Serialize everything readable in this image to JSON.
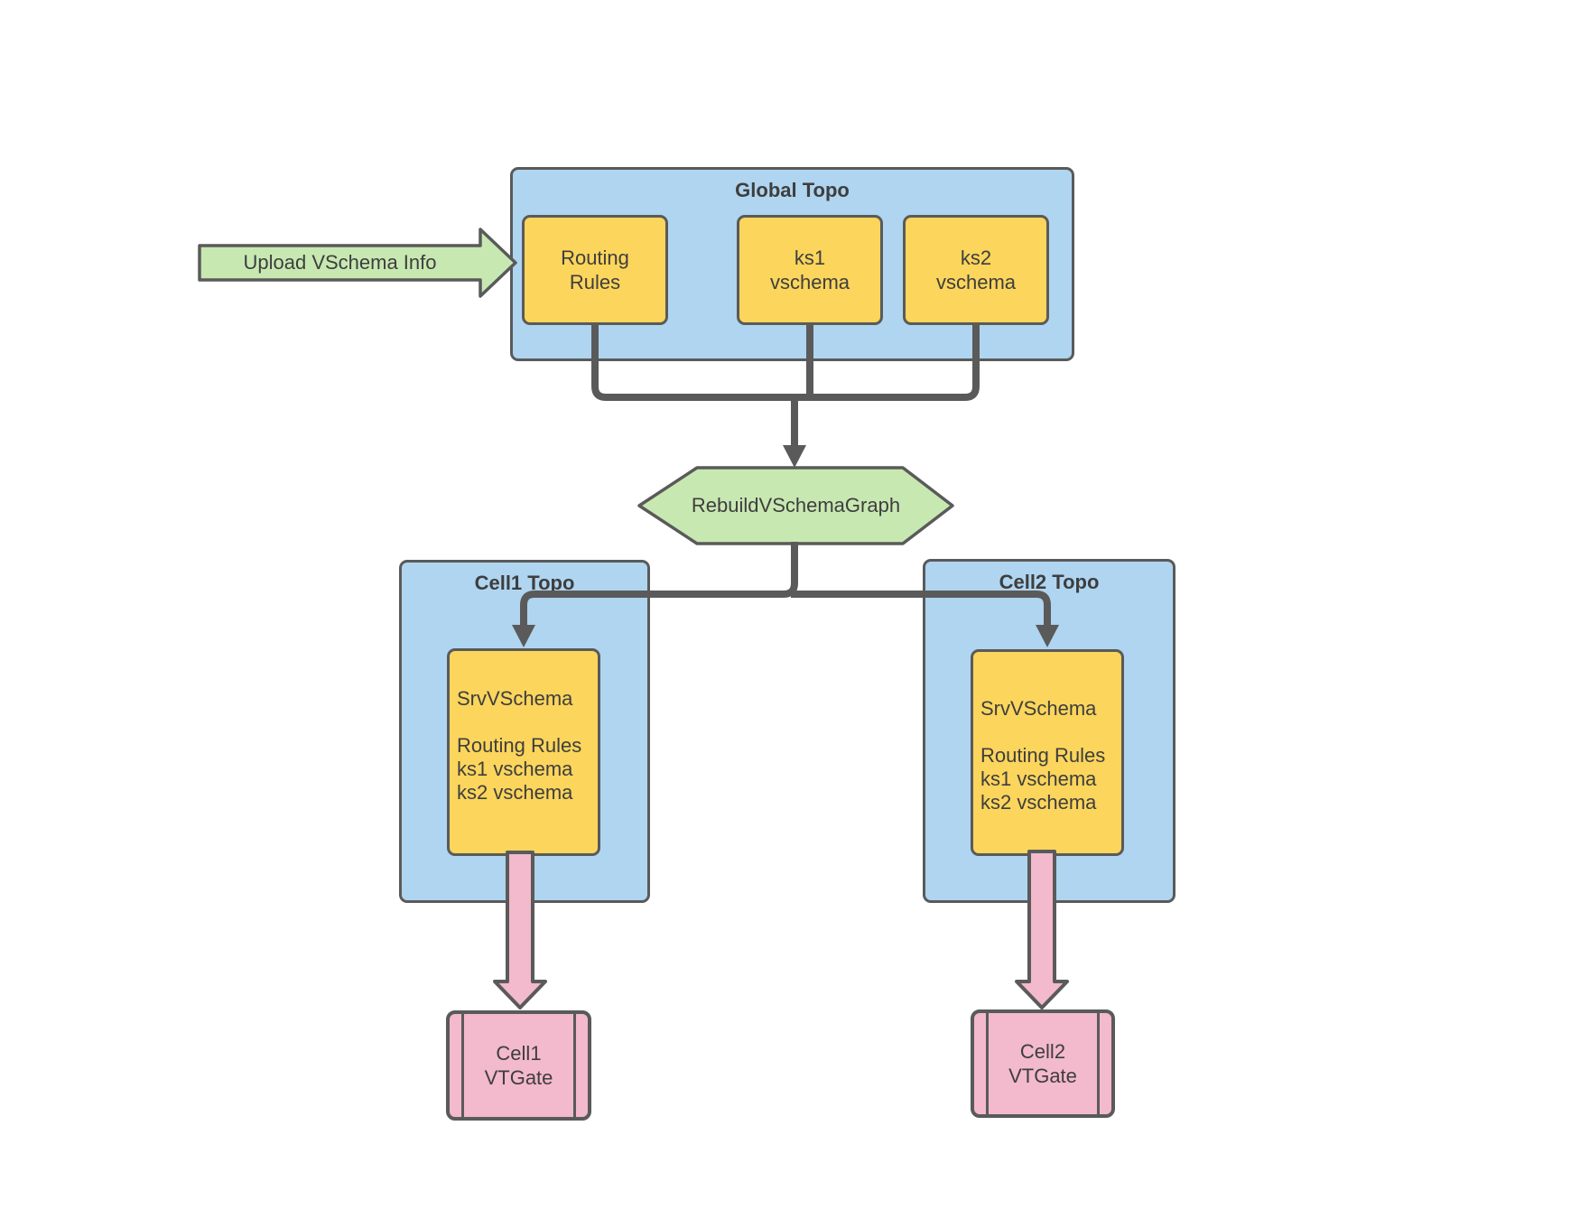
{
  "colors": {
    "container_fill": "#AFD5F0",
    "node_fill": "#FBD55C",
    "accent_green": "#C8E8B2",
    "accent_pink": "#F3B9CC",
    "stroke": "#5A5A5A",
    "text": "#3E3E3E"
  },
  "upload_arrow": {
    "label": "Upload VSchema Info"
  },
  "global_topo": {
    "title": "Global Topo",
    "nodes": [
      {
        "line1": "Routing",
        "line2": "Rules"
      },
      {
        "line1": "ks1",
        "line2": "vschema"
      },
      {
        "line1": "ks2",
        "line2": "vschema"
      }
    ]
  },
  "rebuild_step": {
    "label": "RebuildVSchemaGraph"
  },
  "cells": [
    {
      "title": "Cell1 Topo",
      "srv_vschema": {
        "heading": "SrvVSchema",
        "lines": [
          "Routing Rules",
          "ks1 vschema",
          "ks2 vschema"
        ]
      },
      "vtgate": {
        "line1": "Cell1",
        "line2": "VTGate"
      }
    },
    {
      "title": "Cell2 Topo",
      "srv_vschema": {
        "heading": "SrvVSchema",
        "lines": [
          "Routing Rules",
          "ks1 vschema",
          "ks2 vschema"
        ]
      },
      "vtgate": {
        "line1": "Cell2",
        "line2": "VTGate"
      }
    }
  ]
}
